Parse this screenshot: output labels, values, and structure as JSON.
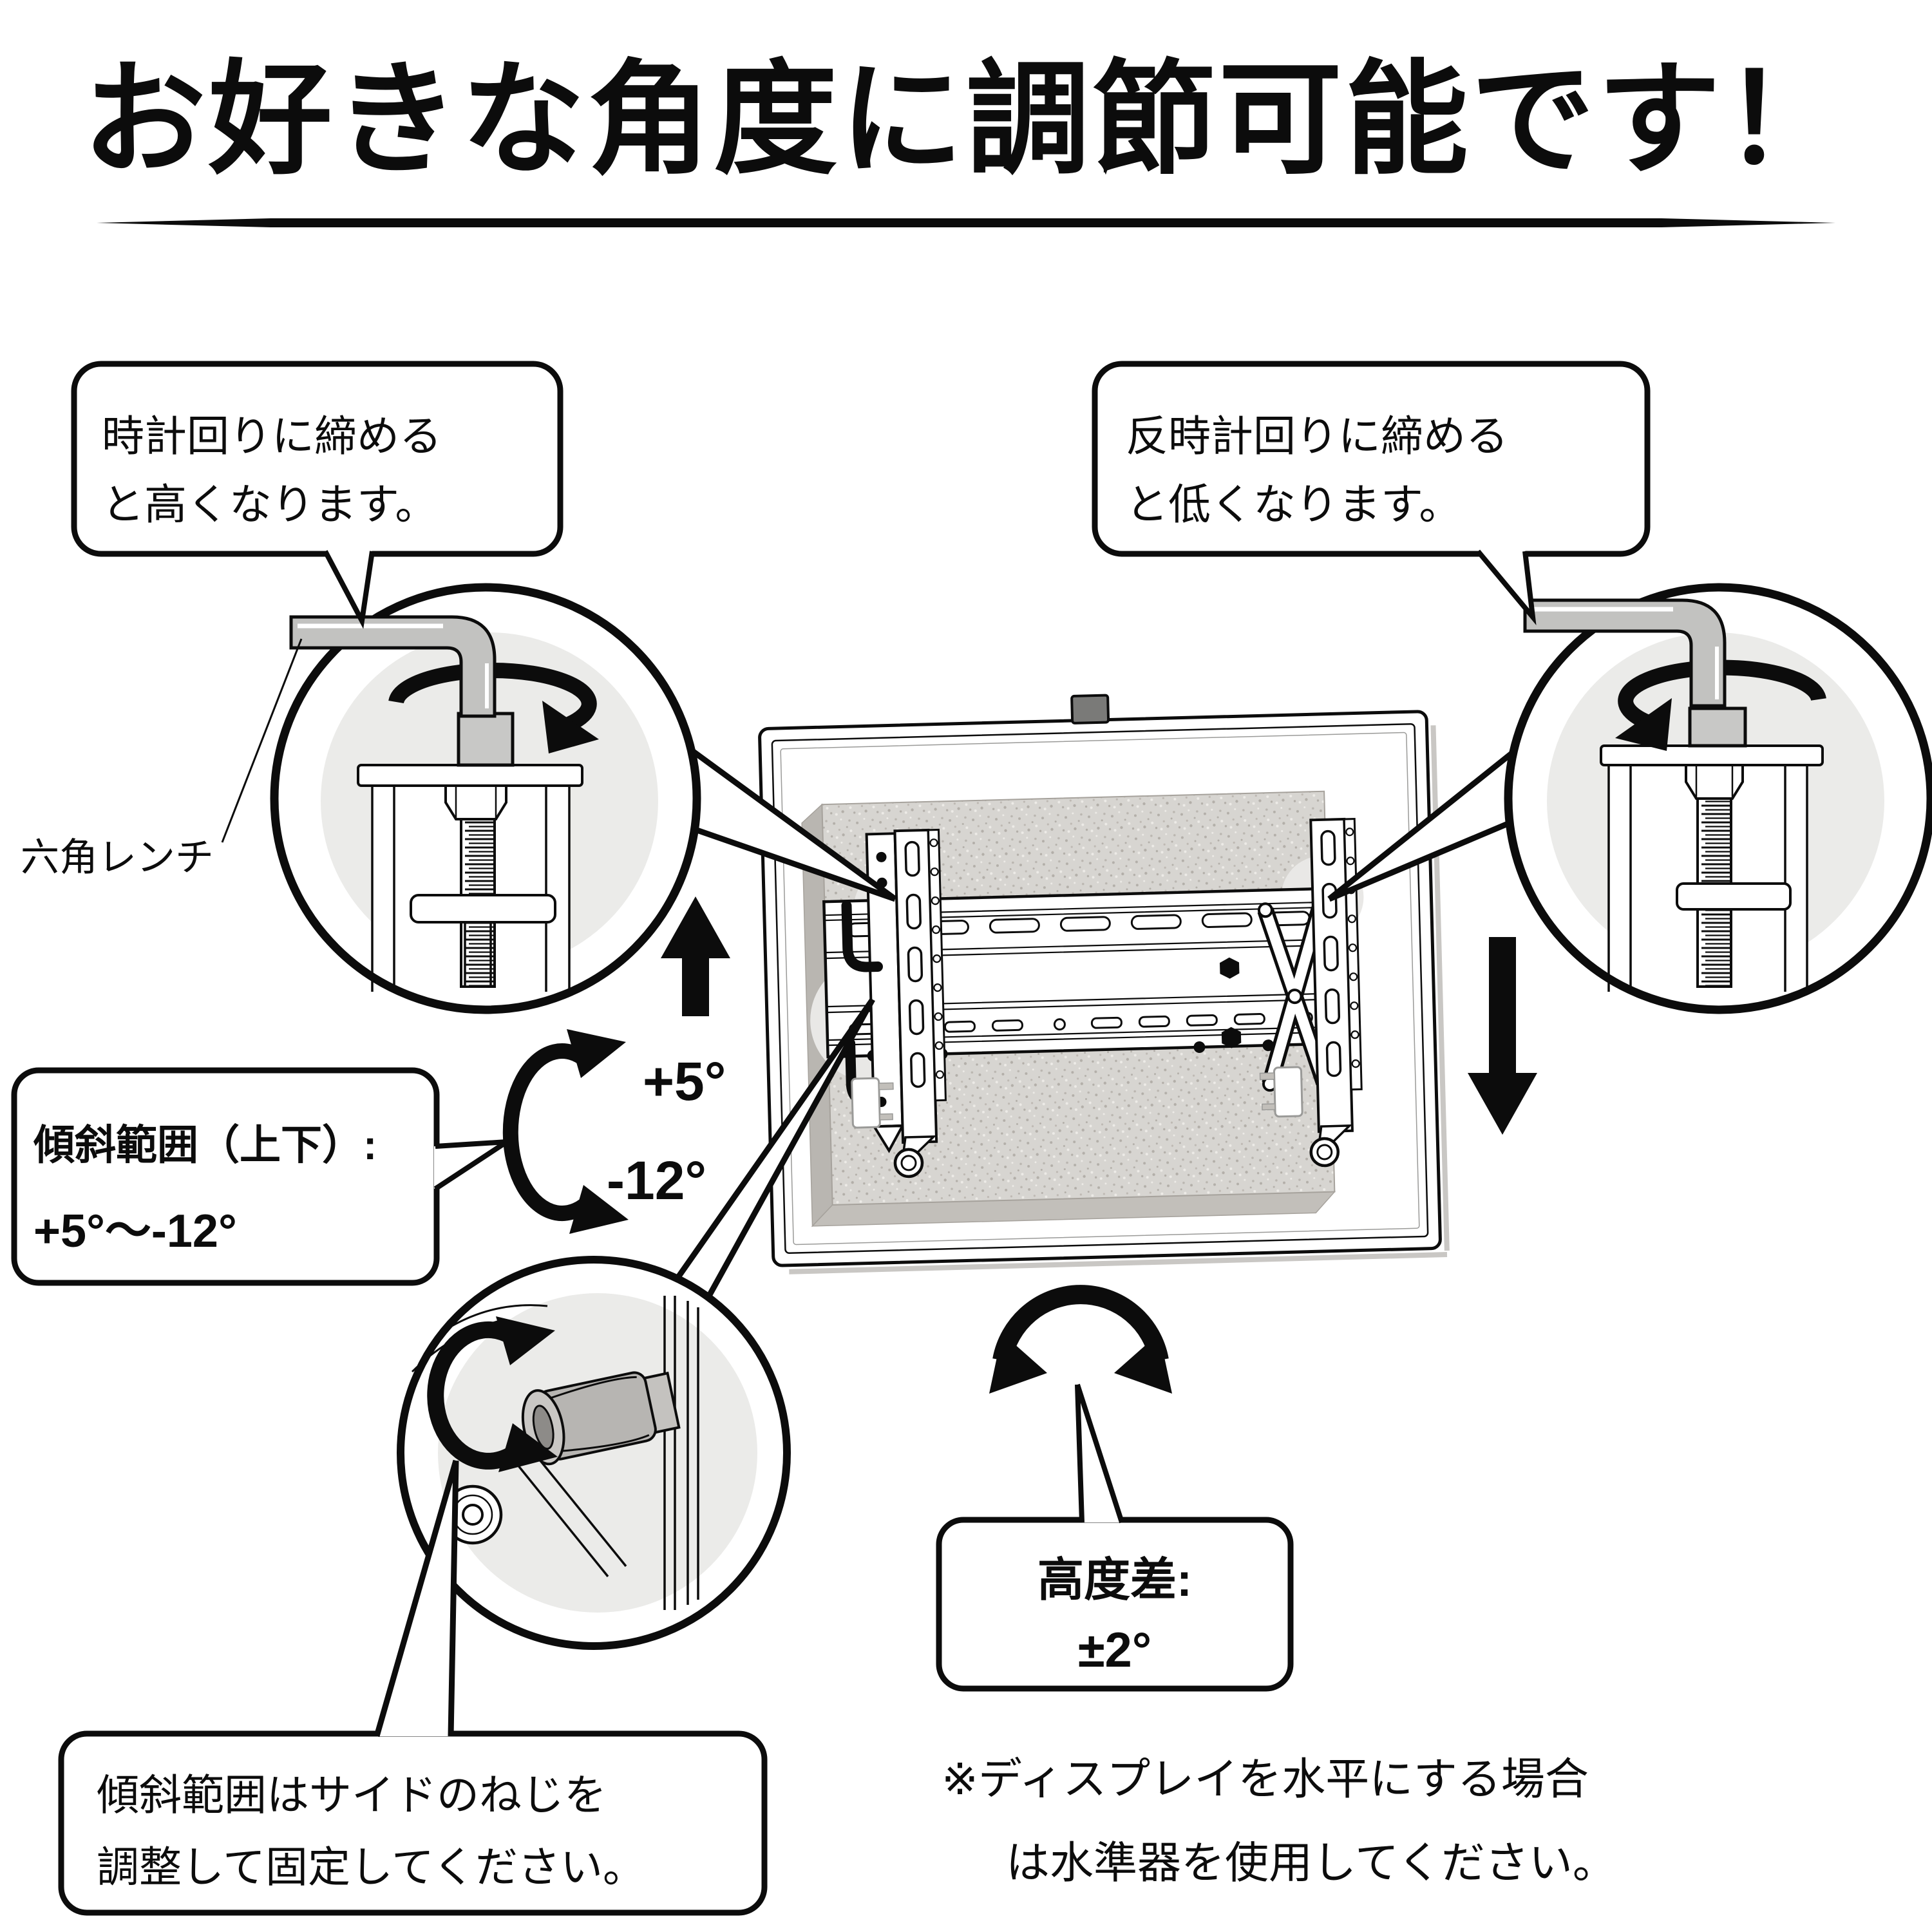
{
  "title": "お好きな角度に調節可能です！",
  "bubbles": {
    "clockwise": {
      "line1": "時計回りに締める",
      "line2": "と高くなります。"
    },
    "counterclockwise": {
      "line1": "反時計回りに締める",
      "line2": "と低くなります。"
    },
    "side_screw": {
      "line1": "傾斜範囲はサイドのねじを",
      "line2": "調整して固定してください。"
    }
  },
  "boxes": {
    "tilt_range": {
      "line1": "傾斜範囲（上下）:",
      "line2": "+5°〜-12°"
    },
    "height_diff": {
      "line1": "高度差:",
      "line2": "±2°"
    }
  },
  "labels": {
    "hex_wrench": "六角レンチ",
    "tilt_up": "+5°",
    "tilt_down": "-12°"
  },
  "note": {
    "line1": "※ディスプレイを水平にする場合",
    "line2": "は水準器を使用してください。"
  },
  "colors": {
    "ink": "#0c0c0c",
    "background": "#ffffff",
    "panel_gray": "#d7d5d1",
    "panel_dark": "#b9b6b1",
    "panel_edge": "#c2bfba",
    "metal_gray": "#c2c2c0",
    "block_gray": "#c8c8c6",
    "knob_gray": "#b7b5b2",
    "circle_gray": "#ebebe9",
    "highlight_gray": "#e9e8e6",
    "shadow_gray": "#c9c7c4"
  }
}
